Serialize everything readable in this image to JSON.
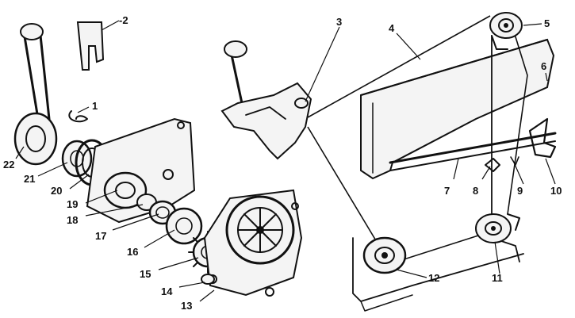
{
  "diagram": {
    "callouts": [
      {
        "id": "1",
        "label": "1"
      },
      {
        "id": "2",
        "label": "-2"
      },
      {
        "id": "3",
        "label": "3"
      },
      {
        "id": "4",
        "label": "4"
      },
      {
        "id": "5",
        "label": "5"
      },
      {
        "id": "6",
        "label": "6"
      },
      {
        "id": "7",
        "label": "7"
      },
      {
        "id": "8",
        "label": "8"
      },
      {
        "id": "9",
        "label": "9"
      },
      {
        "id": "10",
        "label": "10"
      },
      {
        "id": "11",
        "label": "11"
      },
      {
        "id": "12",
        "label": "12"
      },
      {
        "id": "13",
        "label": "13"
      },
      {
        "id": "14",
        "label": "14"
      },
      {
        "id": "15",
        "label": "15"
      },
      {
        "id": "16",
        "label": "16"
      },
      {
        "id": "17",
        "label": "17"
      },
      {
        "id": "18",
        "label": "18"
      },
      {
        "id": "19",
        "label": "19"
      },
      {
        "id": "20",
        "label": "20"
      },
      {
        "id": "21",
        "label": "21"
      },
      {
        "id": "22",
        "label": "22"
      }
    ]
  }
}
